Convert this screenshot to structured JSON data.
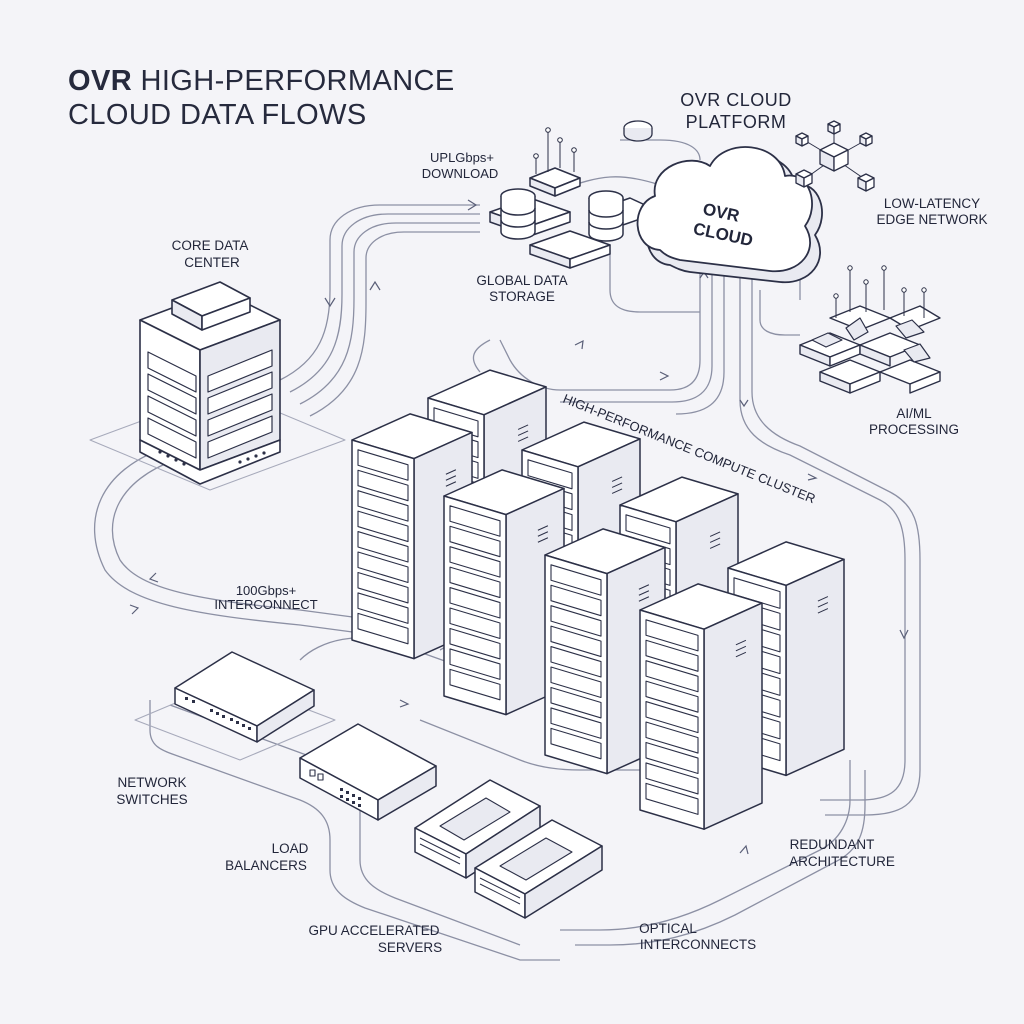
{
  "title": {
    "brand": "OVR",
    "line1_rest": " HIGH-PERFORMANCE",
    "line2": "CLOUD DATA FLOWS"
  },
  "labels": {
    "platform_line1": "OVR CLOUD",
    "platform_line2": "PLATFORM",
    "cloud_line1": "OVR",
    "cloud_line2": "CLOUD",
    "download_line1": "UPLGbps+",
    "download_line2": "DOWNLOAD",
    "core_line1": "CORE DATA",
    "core_line2": "CENTER",
    "storage_line1": "GLOBAL DATA",
    "storage_line2": "STORAGE",
    "edge_line1": "LOW-LATENCY",
    "edge_line2": "EDGE NETWORK",
    "ai_line1": "AI/ML",
    "ai_line2": "PROCESSING",
    "cluster": "HIGH-PERFORMANCE COMPUTE CLUSTER",
    "interconnect_line1": "100Gbps+",
    "interconnect_line2": "INTERCONNECT",
    "switches_line1": "NETWORK",
    "switches_line2": "SWITCHES",
    "lb_line1": "LOAD",
    "lb_line2": "BALANCERS",
    "gpu_line1": "GPU ACCELERATED",
    "gpu_line2": "SERVERS",
    "redundant_line1": "REDUNDANT",
    "redundant_line2": "ARCHITECTURE",
    "optical_line1": "OPTICAL",
    "optical_line2": "INTERCONNECTS"
  },
  "colors": {
    "ink": "#2c3047",
    "line": "#8c90a4",
    "fill": "#ffffff",
    "side": "#e9eaf1",
    "bg": "#f4f4f8"
  }
}
